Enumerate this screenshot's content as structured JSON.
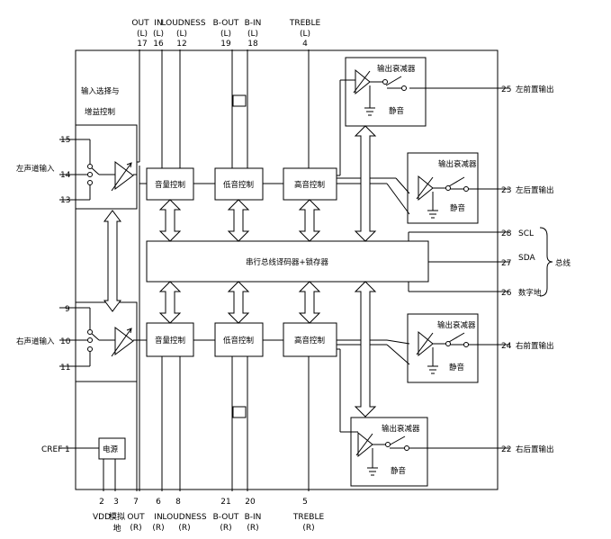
{
  "top_pins": [
    {
      "name": "OUT",
      "ch": "(L)",
      "num": "17"
    },
    {
      "name": "IN",
      "ch": "(L)",
      "num": "16"
    },
    {
      "name": "LOUDNESS",
      "ch": "(L)",
      "num": "12"
    },
    {
      "name": "B-OUT",
      "ch": "(L)",
      "num": "19"
    },
    {
      "name": "B-IN",
      "ch": "(L)",
      "num": "18"
    },
    {
      "name": "TREBLE",
      "ch": "(L)",
      "num": "4"
    }
  ],
  "bottom_pins": [
    {
      "name": "VDD",
      "ch": "",
      "num": "2"
    },
    {
      "name": "模拟",
      "ch": "地",
      "num": "3"
    },
    {
      "name": "OUT",
      "ch": "(R)",
      "num": "7"
    },
    {
      "name": "IN",
      "ch": "(R)",
      "num": "6"
    },
    {
      "name": "LOUDNESS",
      "ch": "(R)",
      "num": "8"
    },
    {
      "name": "B-OUT",
      "ch": "(R)",
      "num": "21"
    },
    {
      "name": "B-IN",
      "ch": "(R)",
      "num": "20"
    },
    {
      "name": "TREBLE",
      "ch": "(R)",
      "num": "5"
    }
  ],
  "left": {
    "input_select_line1": "输入选择与",
    "input_select_line2": "增益控制",
    "left_input_label": "左声道输入",
    "right_input_label": "右声道输入",
    "left_pins": [
      "15",
      "14",
      "13"
    ],
    "right_pins": [
      "9",
      "10",
      "11"
    ],
    "cref_label": "CREF",
    "cref_pin": "1",
    "power_label": "电源"
  },
  "blocks": {
    "volume": "音量控制",
    "bass": "低音控制",
    "treble": "高音控制",
    "bus_decoder": "串行总线译码器+锁存器",
    "attenuator": "输出衰减器",
    "mute": "静音"
  },
  "right_outputs": [
    {
      "num": "25",
      "label": "左前置输出"
    },
    {
      "num": "23",
      "label": "左后置输出"
    },
    {
      "num": "24",
      "label": "右前置输出"
    },
    {
      "num": "22",
      "label": "右后置输出"
    }
  ],
  "bus_pins": [
    {
      "num": "28",
      "label": "SCL"
    },
    {
      "num": "27",
      "label": "SDA"
    },
    {
      "num": "26",
      "label": "数字地"
    }
  ],
  "bus_label": "总线"
}
